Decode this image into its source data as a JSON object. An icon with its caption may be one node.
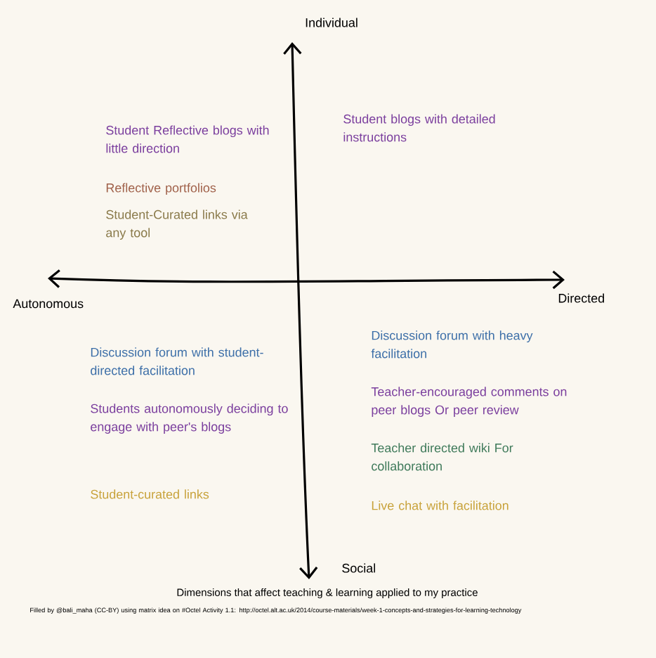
{
  "diagram": {
    "labels": [
      "Individual",
      "Student Reflective blogs with little direction",
      "Reflective portfolios",
      "Student-Curated links via any tool",
      "Student blogs with detailed instructions",
      "Autonomous",
      "Directed",
      "Discussion forum with student-directed facilitation",
      "Students autonomously deciding to engage with peer's blogs",
      "Student-curated links",
      "Discussion forum with heavy facilitation",
      "Teacher-encouraged comments on peer blogs Or peer review",
      "Teacher directed wiki For collaboration",
      "Live chat with facilitation",
      "Social",
      "Dimensions that affect teaching & learning applied to  my practice",
      "Filled by @bali_maha (CC-BY) using matrix idea on #Octel Activity 1.1: http://octel.alt.ac.uk/2014/course-materials/week-1-concepts-and-strategies-for-learning-technology"
    ]
  }
}
